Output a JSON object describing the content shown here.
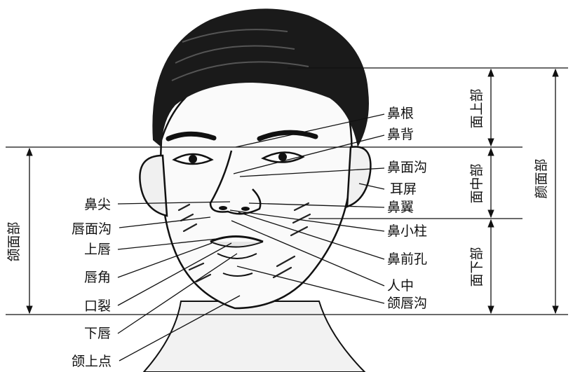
{
  "left_labels": {
    "nose_tip": "鼻尖",
    "lip_groove": "唇面沟",
    "upper_lip": "上唇",
    "lip_corner": "唇角",
    "mouth_slit": "口裂",
    "lower_lip": "下唇",
    "upper_chin_point": "颌上点"
  },
  "right_labels": {
    "nose_root": "鼻根",
    "nose_back": "鼻背",
    "nasofacial_groove": "鼻面沟",
    "tragus": "耳屏",
    "nasal_wing": "鼻翼",
    "columella": "鼻小柱",
    "nostril": "鼻前孔",
    "philtrum": "人中",
    "mentolabial_groove": "颌唇沟"
  },
  "regions": {
    "upper_face": "面上部",
    "mid_face": "面中部",
    "lower_face": "面下部",
    "face_region": "颜面部",
    "jaw_face_region": "颌面部"
  }
}
